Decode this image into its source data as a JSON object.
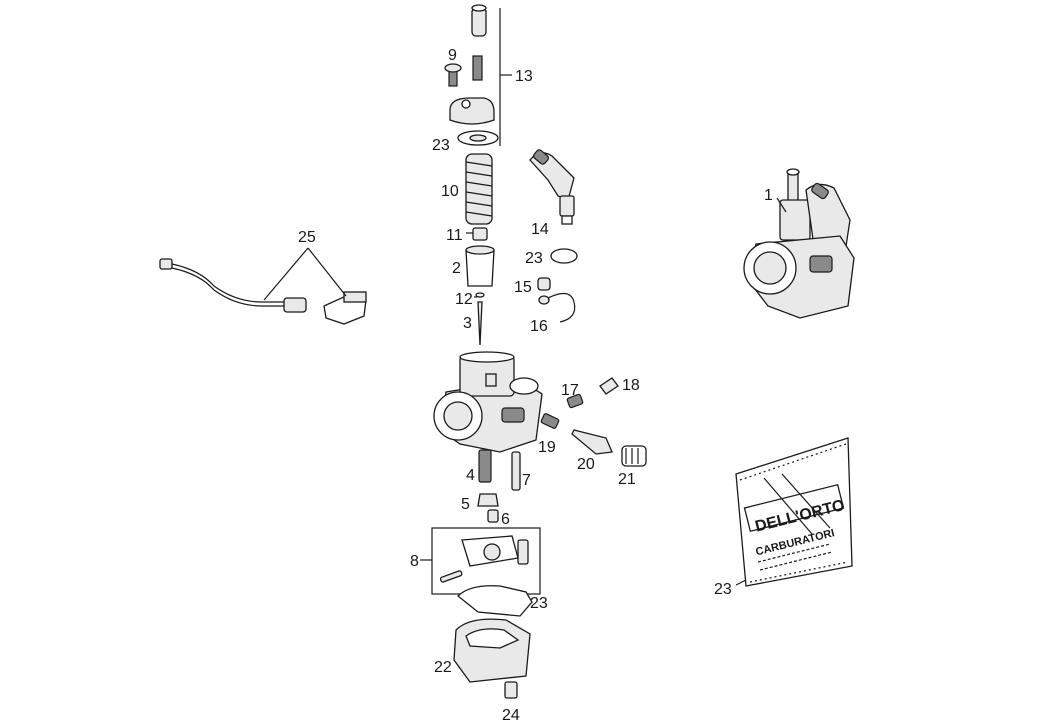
{
  "callouts": [
    {
      "id": "c1",
      "text": "1"
    },
    {
      "id": "c2",
      "text": "2"
    },
    {
      "id": "c3",
      "text": "3"
    },
    {
      "id": "c4",
      "text": "4"
    },
    {
      "id": "c5",
      "text": "5"
    },
    {
      "id": "c6",
      "text": "6"
    },
    {
      "id": "c7",
      "text": "7"
    },
    {
      "id": "c8",
      "text": "8"
    },
    {
      "id": "c9",
      "text": "9"
    },
    {
      "id": "c10",
      "text": "10"
    },
    {
      "id": "c11",
      "text": "11"
    },
    {
      "id": "c12",
      "text": "12"
    },
    {
      "id": "c13",
      "text": "13"
    },
    {
      "id": "c14",
      "text": "14"
    },
    {
      "id": "c15",
      "text": "15"
    },
    {
      "id": "c16",
      "text": "16"
    },
    {
      "id": "c17",
      "text": "17"
    },
    {
      "id": "c18",
      "text": "18"
    },
    {
      "id": "c19",
      "text": "19"
    },
    {
      "id": "c20",
      "text": "20"
    },
    {
      "id": "c21",
      "text": "21"
    },
    {
      "id": "c22",
      "text": "22"
    },
    {
      "id": "c23a",
      "text": "23"
    },
    {
      "id": "c23b",
      "text": "23"
    },
    {
      "id": "c23c",
      "text": "23"
    },
    {
      "id": "c23d",
      "text": "23"
    },
    {
      "id": "c24",
      "text": "24"
    },
    {
      "id": "c25",
      "text": "25"
    }
  ],
  "gasket_kit": {
    "brand": "DELL'ORTO",
    "subtitle": "CARBURATORI"
  }
}
